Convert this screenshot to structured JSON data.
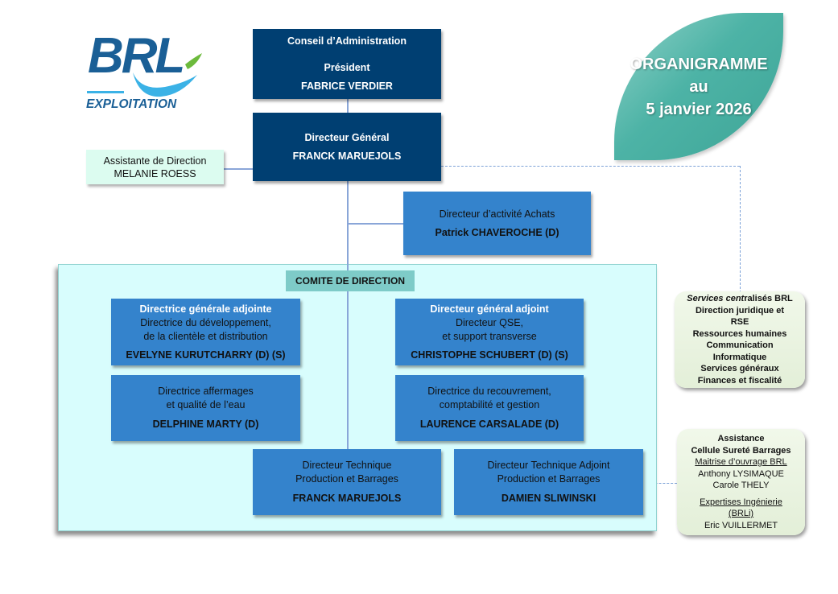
{
  "logo": {
    "brand": "BRL",
    "subtitle": "EXPLOITATION"
  },
  "banner": {
    "line1": "ORGANIGRAMME",
    "line2": "au",
    "line3": "5 janvier 2026"
  },
  "colors": {
    "navy": "#003f72",
    "blue": "#3483cc",
    "comite_bg": "#d8fdfd",
    "comite_label": "#7ecbc8",
    "assistant_bg": "#dcfcf0",
    "green_bg": "#e8f3df",
    "banner": "#4db3a6"
  },
  "conseil": {
    "title": "Conseil d’Administration",
    "role": "Président",
    "name": "FABRICE VERDIER"
  },
  "dg": {
    "role": "Directeur Général",
    "name": "FRANCK MARUEJOLS"
  },
  "assistante": {
    "role": "Assistante de Direction",
    "name": "MELANIE ROESS"
  },
  "achats": {
    "role": "Directeur d’activité Achats",
    "name": "Patrick CHAVEROCHE (D)"
  },
  "comite": {
    "label": "COMITE DE DIRECTION"
  },
  "dga1": {
    "title": "Directrice générale adjointe",
    "line1": "Directrice du développement,",
    "line2": "de la clientèle et distribution",
    "name": "EVELYNE KURUTCHARRY (D) (S)"
  },
  "dga2": {
    "title": "Directeur général adjoint",
    "line1": "Directeur QSE,",
    "line2": "et support transverse",
    "name": "CHRISTOPHE SCHUBERT (D) (S)"
  },
  "affermages": {
    "line1": "Directrice affermages",
    "line2": "et qualité de l’eau",
    "name": "DELPHINE MARTY (D)"
  },
  "recouvrement": {
    "line1": "Directrice du recouvrement,",
    "line2": "comptabilité et gestion",
    "name": "LAURENCE CARSALADE (D)"
  },
  "tech": {
    "line1": "Directeur Technique",
    "line2": "Production et Barrages",
    "name": "FRANCK MARUEJOLS"
  },
  "tech_adj": {
    "line1": "Directeur Technique Adjoint",
    "line2": "Production et Barrages",
    "name": "DAMIEN SLIWINSKI"
  },
  "services": {
    "title_italic": "Services cent",
    "title_rest": "ralisés BRL",
    "items": [
      "Direction juridique et",
      "RSE",
      "Ressources humaines",
      "Communication",
      "Informatique",
      "Services généraux",
      "Finances et fiscalité"
    ]
  },
  "assistance": {
    "title": "Assistance",
    "subtitle": "Cellule Sureté Barrages",
    "moa_label": "Maitrise d’ouvrage BRL",
    "moa_names": [
      "Anthony LYSIMAQUE",
      "Carole THELY"
    ],
    "expertise_label1": "Expertises Ingénierie",
    "expertise_label2": "(BRLi)",
    "expertise_name": "Eric VUILLERMET"
  }
}
